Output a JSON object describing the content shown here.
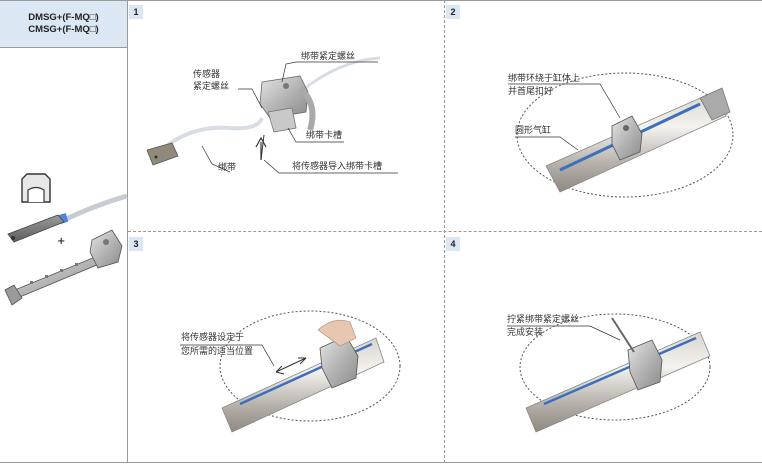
{
  "sidebar": {
    "model_line1": "DMSG+(F-MQ□)",
    "model_line2": "CMSG+(F-MQ□)",
    "plus_sign": "+"
  },
  "steps": [
    {
      "number": "1",
      "labels": {
        "sensor_screw_l1": "传感器",
        "sensor_screw_l2": "紧定螺丝",
        "band_screw": "绑带紧定螺丝",
        "band_slot": "绑带卡槽",
        "guide_sensor": "将传感器导入绑带卡槽",
        "band": "绑带"
      }
    },
    {
      "number": "2",
      "labels": {
        "wrap_l1": "绑带环绕于缸体上",
        "wrap_l2": "并首尾扣好",
        "round_cylinder": "圆形气缸"
      }
    },
    {
      "number": "3",
      "labels": {
        "set_l1": "将传感器设定于",
        "set_l2": "您所需的适当位置"
      }
    },
    {
      "number": "4",
      "labels": {
        "tighten_l1": "拧紧绑带紧定螺丝",
        "tighten_l2": "完成安装"
      }
    }
  ]
}
